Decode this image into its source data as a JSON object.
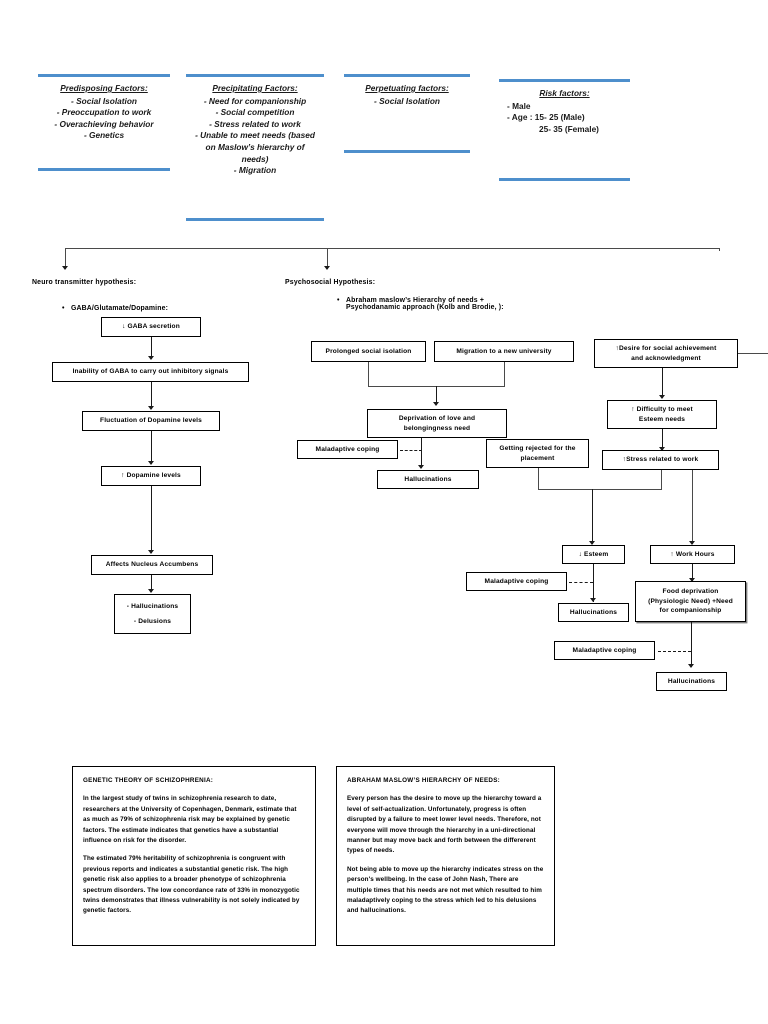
{
  "top_panels": [
    {
      "name": "predisposing-factors",
      "title": "Predisposing Factors:",
      "lines": [
        "- Social Isolation",
        "- Preoccupation to work",
        "- Overachieving behavior",
        "- Genetics"
      ]
    },
    {
      "name": "precipitating-factors",
      "title": "Precipitating Factors:",
      "lines": [
        "- Need for companionship",
        "- Social competition",
        "- Stress related to work",
        "- Unable to meet needs (based",
        "on Maslow’s hierarchy of",
        "needs)",
        "- Migration"
      ]
    },
    {
      "name": "perpetuating-factors",
      "title": "Perpetuating factors:",
      "lines": [
        "- Social Isolation"
      ]
    },
    {
      "name": "risk-factors",
      "title": "Risk factors:",
      "lines": [
        "- Male",
        "- Age : 15- 25  (Male)",
        "25- 35  (Female)"
      ]
    }
  ],
  "branches": {
    "neuro": {
      "header": "Neuro transmitter hypothesis:",
      "bullet": "GABA/Glutamate/Dopamine:"
    },
    "psychosocial": {
      "header": "Psychosocial Hypothesis:",
      "bullet_line1": "Abraham maslow’s Hierarchy of needs +",
      "bullet_line2": "Psychodanamic approach (Kolb and Brodie, ):"
    }
  },
  "nodes": {
    "gaba_secretion": "↓ GABA  secretion",
    "gaba_inability": "Inability of GABA to carry out inhibitory signals",
    "dopamine_fluctuation": "Fluctuation of Dopamine levels",
    "dopamine_levels": "↑ Dopamine levels",
    "nucleus_accumbens": "Affects Nucleus Accumbens",
    "hallucinations_delusions_1": "- Hallucinations",
    "hallucinations_delusions_2": "- Delusions",
    "prolonged_isolation": "Prolonged social isolation",
    "migration_university": "Migration to a new university",
    "desire_line1": "↑Desire for social achievement",
    "desire_line2": "and acknowledgment",
    "deprivation_line1": "Deprivation of love and",
    "deprivation_line2": "belongingness need",
    "difficulty_line1": "↑ Difficulty to meet",
    "difficulty_line2": "Esteem needs",
    "maladaptive_coping_1": "Maladaptive coping",
    "hallucinations_1": "Hallucinations",
    "rejected_line1": "Getting rejected for the",
    "rejected_line2": "placement",
    "stress_work": "↑Stress related to work",
    "esteem_down": "↓  Esteem",
    "work_hours": "↑ Work Hours",
    "maladaptive_coping_2": "Maladaptive coping",
    "hallucinations_2": "Hallucinations",
    "food_line1": "Food deprivation",
    "food_line2": "(Physiologic Need) +Need",
    "food_line3": "for companionship",
    "maladaptive_coping_3": "Maladaptive coping",
    "hallucinations_3": "Hallucinations"
  },
  "text_panels": {
    "genetic": {
      "title": "GENETIC THEORY OF SCHIZOPHRENIA:",
      "para1": "In the largest study of twins in schizophrenia research to date, researchers at the University of Copenhagen, Denmark, estimate that as much as 79% of schizophrenia risk may be explained by genetic factors. The estimate indicates that genetics have a substantial influence on risk for the disorder.",
      "para2": "The estimated 79% heritability of schizophrenia is congruent with previous reports and indicates a substantial genetic risk. The high genetic risk also applies to a broader phenotype of schizophrenia spectrum disorders. The low concordance rate of 33% in monozygotic twins demonstrates that illness vulnerability is not solely indicated by genetic factors."
    },
    "maslow": {
      "title": "ABRAHAM MASLOW’S HIERARCHY OF NEEDS:",
      "para1": "Every person has the desire to move up the hierarchy toward a level of self-actualization. Unfortunately, progress is often disrupted by a failure to meet lower level needs. Therefore, not everyone will move through the hierarchy in a uni-directional manner but may move back and forth between the differerent types of needs.",
      "para2": "Not being able to move up the hierarchy indicates stress on the person's wellbeing. In the case of John Nash, There are multiple times that his needs are not met which resulted to him maladaptively coping to the stress which led to his delusions and hallucinations."
    }
  },
  "colors": {
    "accent_blue": "#4e8fcc",
    "line_gray": "#4a4a4a",
    "text_black": "#000000"
  }
}
